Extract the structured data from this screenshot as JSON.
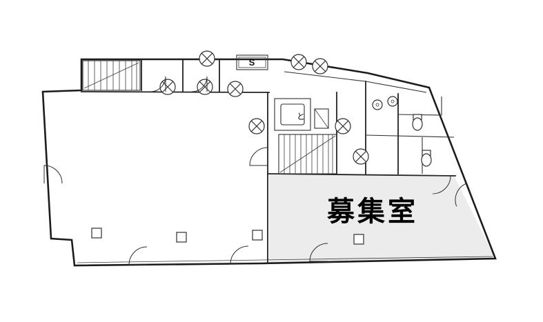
{
  "title": "building-floor-plan",
  "labels": {
    "recruitment_room": "募集室",
    "stair_s_marker": "S",
    "fixture_marker": "と"
  },
  "colors": {
    "wall": "#1c1c1c",
    "recruitment_fill": "#ececec",
    "background": "#ffffff"
  }
}
